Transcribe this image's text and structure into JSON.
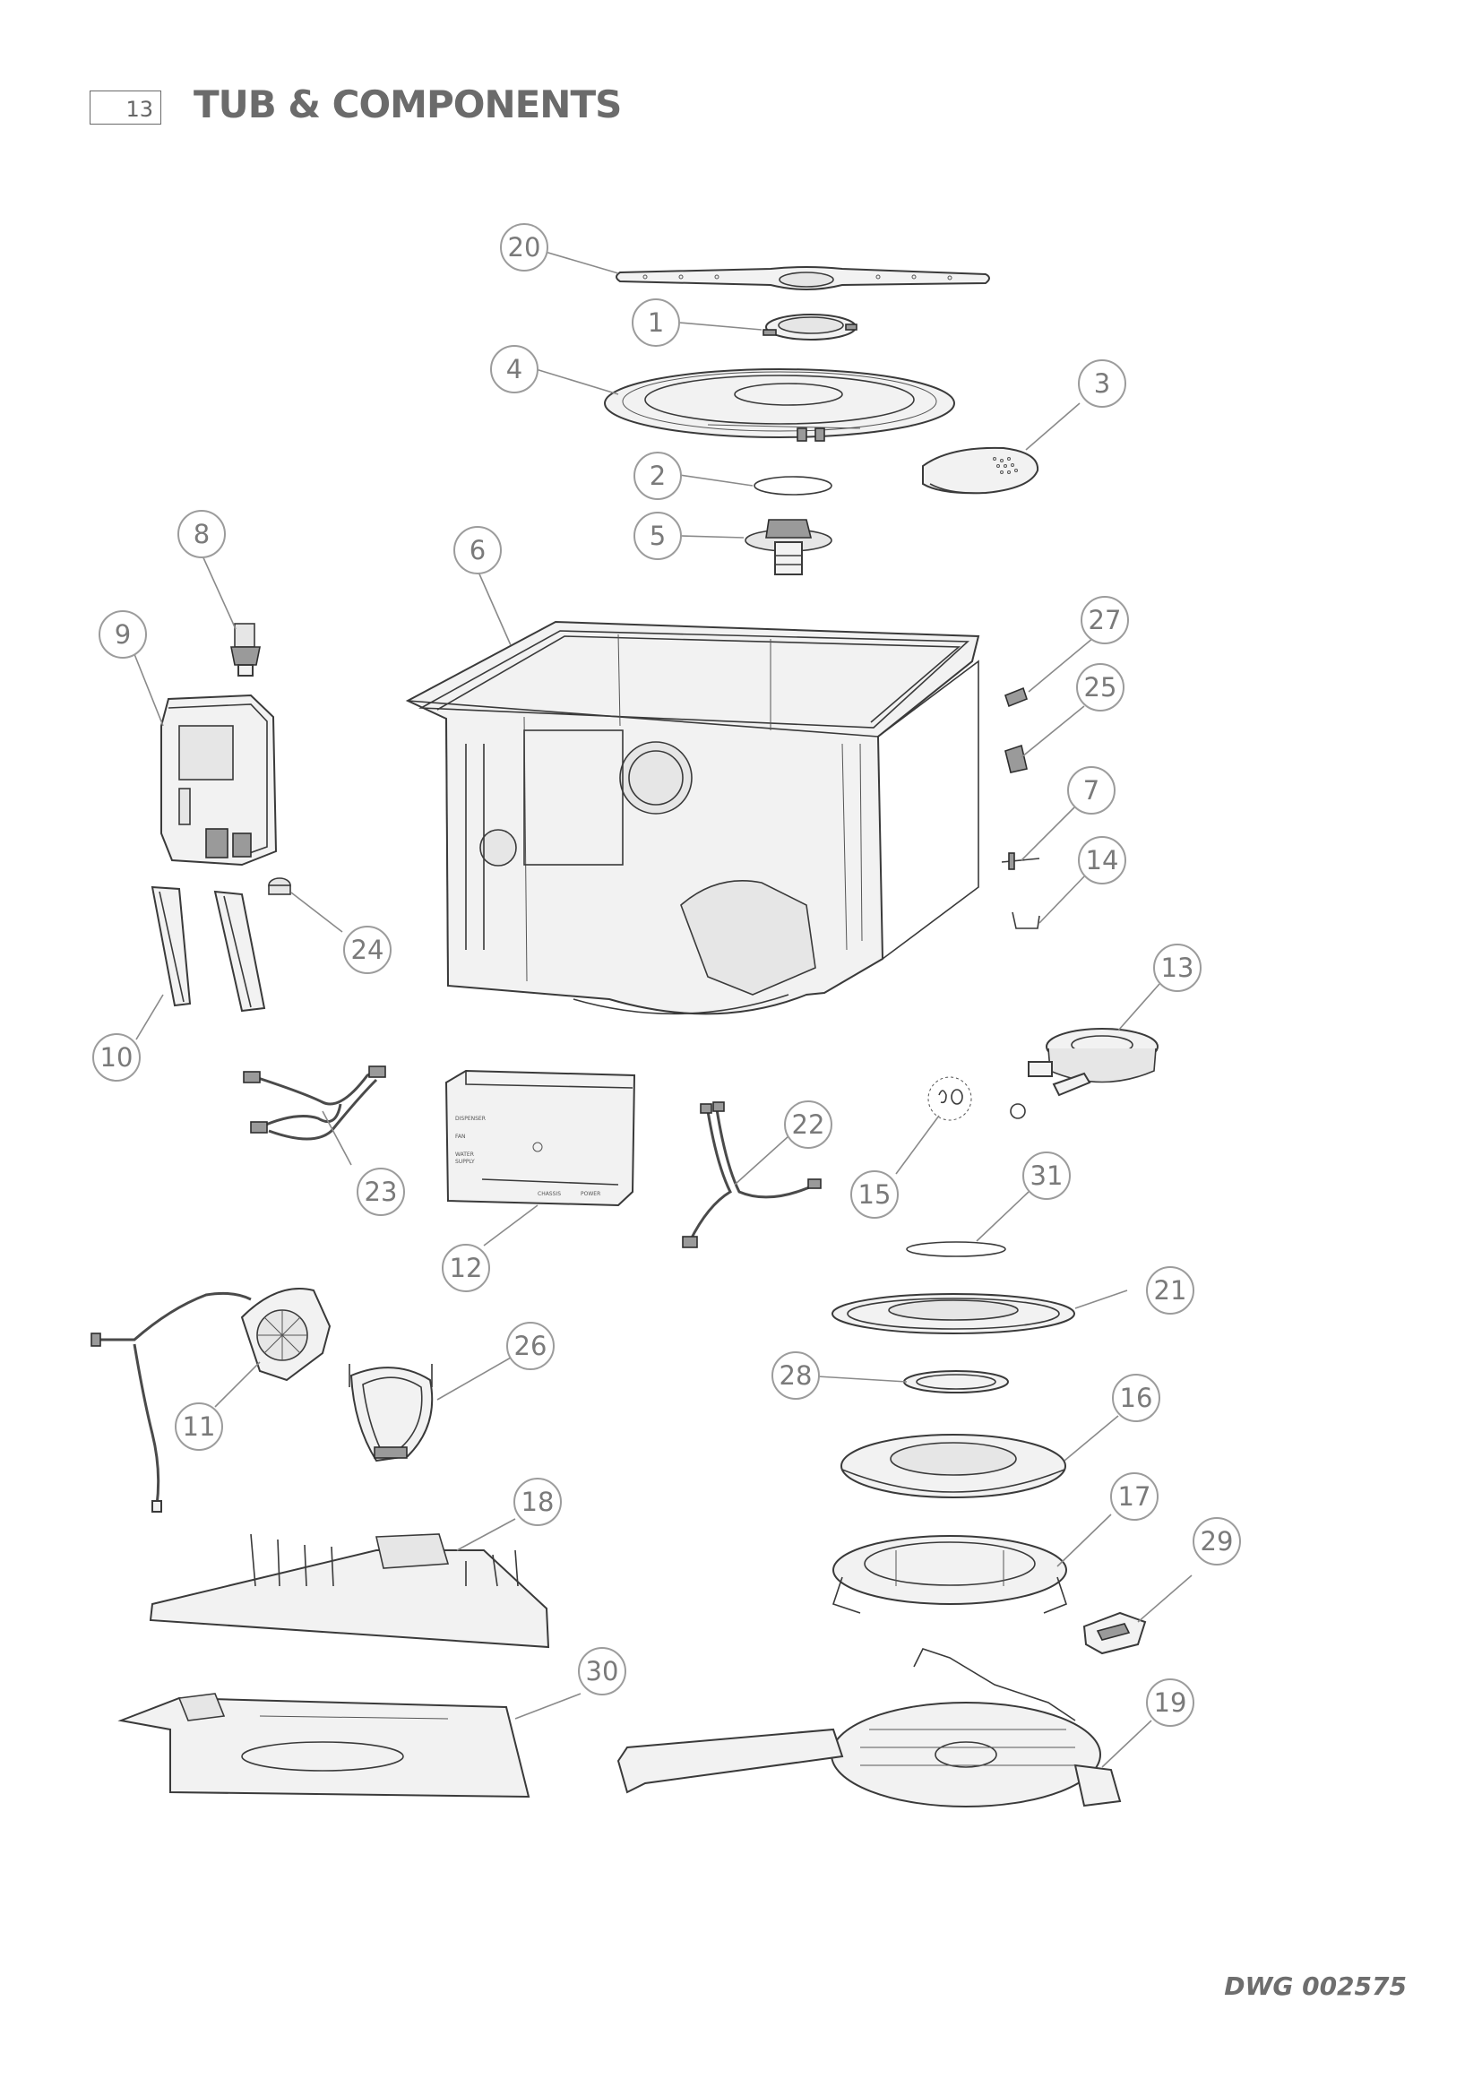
{
  "header": {
    "page_number": "13",
    "title": "TUB & COMPONENTS"
  },
  "footer": {
    "drawing_number": "DWG 002575"
  },
  "callouts": [
    "1",
    "2",
    "3",
    "4",
    "5",
    "6",
    "7",
    "8",
    "9",
    "10",
    "11",
    "12",
    "13",
    "14",
    "15",
    "16",
    "17",
    "18",
    "19",
    "20",
    "21",
    "22",
    "23",
    "24",
    "25",
    "26",
    "27",
    "28",
    "29",
    "30",
    "31"
  ],
  "pcb_labels": {
    "label_a": "DISPENSER",
    "label_b": "FAN",
    "label_c": "WATER",
    "label_d": "SUPPLY",
    "label_e": "CHASSIS",
    "label_f": "POWER"
  },
  "colors": {
    "title_gray": "#6b6b6b",
    "callout_stroke": "#9c9c9c",
    "line_art": "#3a3a3a"
  }
}
